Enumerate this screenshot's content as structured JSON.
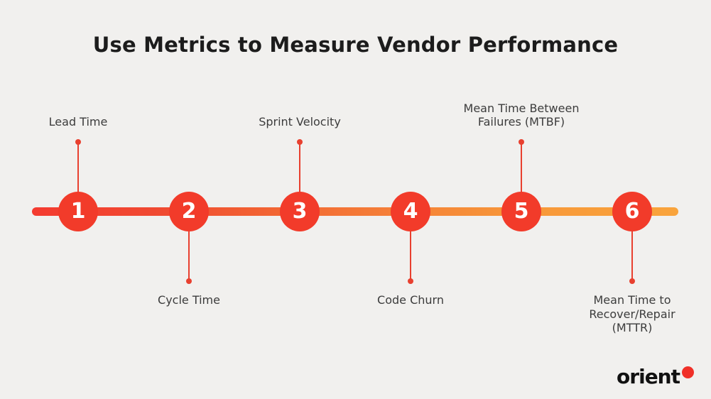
{
  "title": "Use Metrics to Measure Vendor Performance",
  "timeline": {
    "items": [
      {
        "number": "1",
        "label": "Lead Time",
        "label_position": "above"
      },
      {
        "number": "2",
        "label": "Cycle Time",
        "label_position": "below"
      },
      {
        "number": "3",
        "label": "Sprint Velocity",
        "label_position": "above"
      },
      {
        "number": "4",
        "label": "Code Churn",
        "label_position": "below"
      },
      {
        "number": "5",
        "label": "Mean Time Between Failures (MTBF)",
        "label_position": "above"
      },
      {
        "number": "6",
        "label": "Mean Time to Recover/Repair (MTTR)",
        "label_position": "below"
      }
    ]
  },
  "logo": {
    "text": "orient"
  },
  "colors": {
    "background": "#f1f0ee",
    "circle": "#f23b2a",
    "connector": "#e8402f",
    "label_text": "#3c3c3c",
    "title_text": "#1c1c1c",
    "logo_dot": "#f03028",
    "line_gradient_start": "#f43b30",
    "line_gradient_end": "#f9a43c"
  }
}
